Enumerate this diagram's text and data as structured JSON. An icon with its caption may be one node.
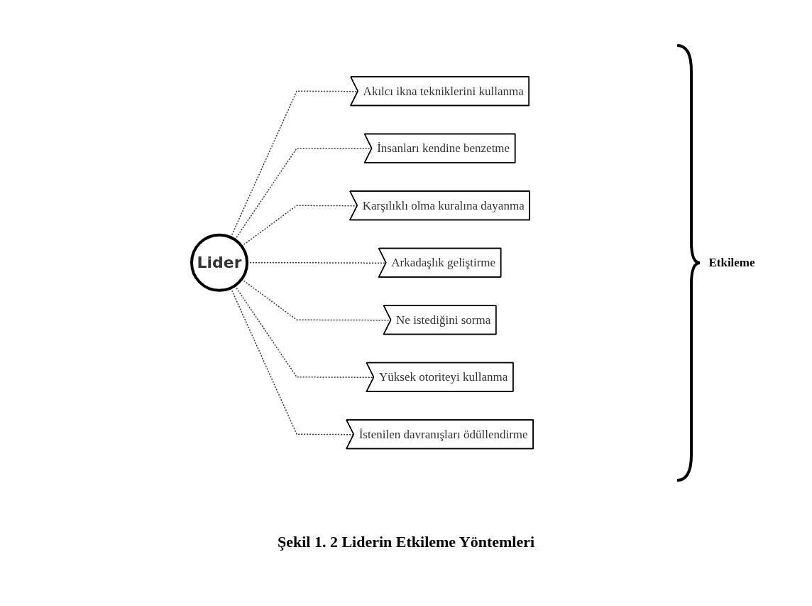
{
  "diagram": {
    "caption": "Şekil 1. 2 Liderin Etkileme Yöntemleri",
    "nodes": [
      {
        "text": [
          "Lider"
        ]
      },
      {
        "text": [
          "Akılcı ikna tekniklerini kullanma"
        ]
      },
      {
        "text": [
          "İnsanları kendine benzetme"
        ]
      },
      {
        "text": [
          "Karşılıklı olma kuralına dayanma"
        ]
      },
      {
        "text": [
          "Arkadaşlık geliştirme"
        ]
      },
      {
        "text": [
          "Ne istediğini sorma"
        ]
      },
      {
        "text": [
          "Yüksek otoriteyi kullanma"
        ]
      },
      {
        "text": [
          "İstenilen davranışları ödüllendirme"
        ]
      }
    ],
    "edges": [
      {
        "from": 0,
        "to": 1,
        "arrow": "none",
        "style": "dashed"
      },
      {
        "from": 0,
        "to": 2,
        "arrow": "none",
        "style": "dashed"
      },
      {
        "from": 0,
        "to": 3,
        "arrow": "none",
        "style": "dashed"
      },
      {
        "from": 0,
        "to": 4,
        "arrow": "none",
        "style": "dashed"
      },
      {
        "from": 0,
        "to": 5,
        "arrow": "none",
        "style": "dashed"
      },
      {
        "from": 0,
        "to": 6,
        "arrow": "none",
        "style": "dashed"
      },
      {
        "from": 0,
        "to": 7,
        "arrow": "none",
        "style": "dashed"
      }
    ],
    "labels": [
      "Etkileme"
    ]
  }
}
